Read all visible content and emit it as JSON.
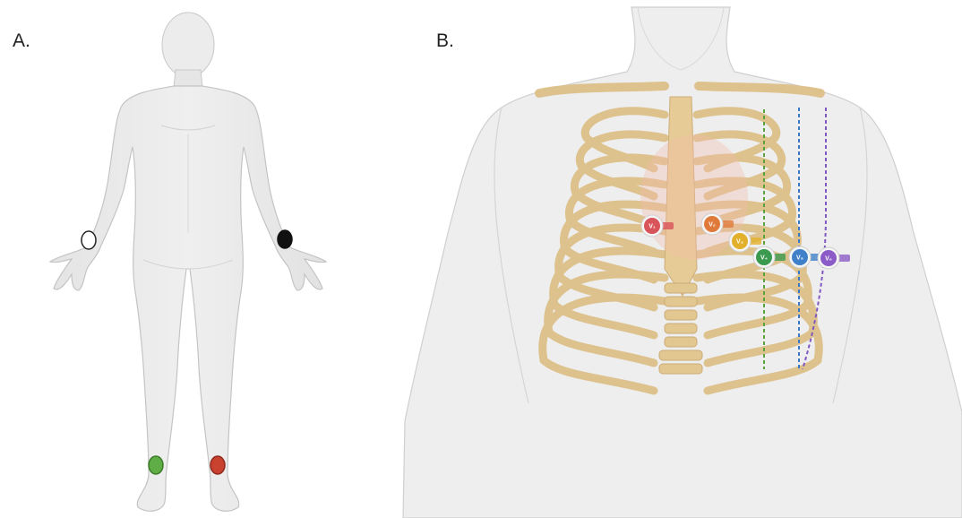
{
  "panels": {
    "a_label": "A.",
    "b_label": "B."
  },
  "limb_electrodes": [
    {
      "name": "right-arm",
      "color": "#ffffff",
      "stroke": "#222222"
    },
    {
      "name": "left-arm",
      "color": "#111111",
      "stroke": "#111111"
    },
    {
      "name": "right-leg",
      "color": "#5fae45",
      "stroke": "#3d7a2a"
    },
    {
      "name": "left-leg",
      "color": "#c9412f",
      "stroke": "#8f2a1e"
    }
  ],
  "chest_leads": [
    {
      "id": "v1",
      "label": "V₁",
      "color": "#d9535a"
    },
    {
      "id": "v2",
      "label": "V₂",
      "color": "#e07a3a"
    },
    {
      "id": "v3",
      "label": "V₃",
      "color": "#e2b02a"
    },
    {
      "id": "v4",
      "label": "V₄",
      "color": "#3a9a4f"
    },
    {
      "id": "v5",
      "label": "V₅",
      "color": "#3f80c8"
    },
    {
      "id": "v6",
      "label": "V₆",
      "color": "#8b5cc7"
    }
  ],
  "guide_lines": [
    {
      "name": "midclavicular-line",
      "color": "#5aa33c"
    },
    {
      "name": "anterior-axillary-line",
      "color": "#3a78c4"
    },
    {
      "name": "mid-axillary-line",
      "color": "#7f58c2"
    }
  ]
}
